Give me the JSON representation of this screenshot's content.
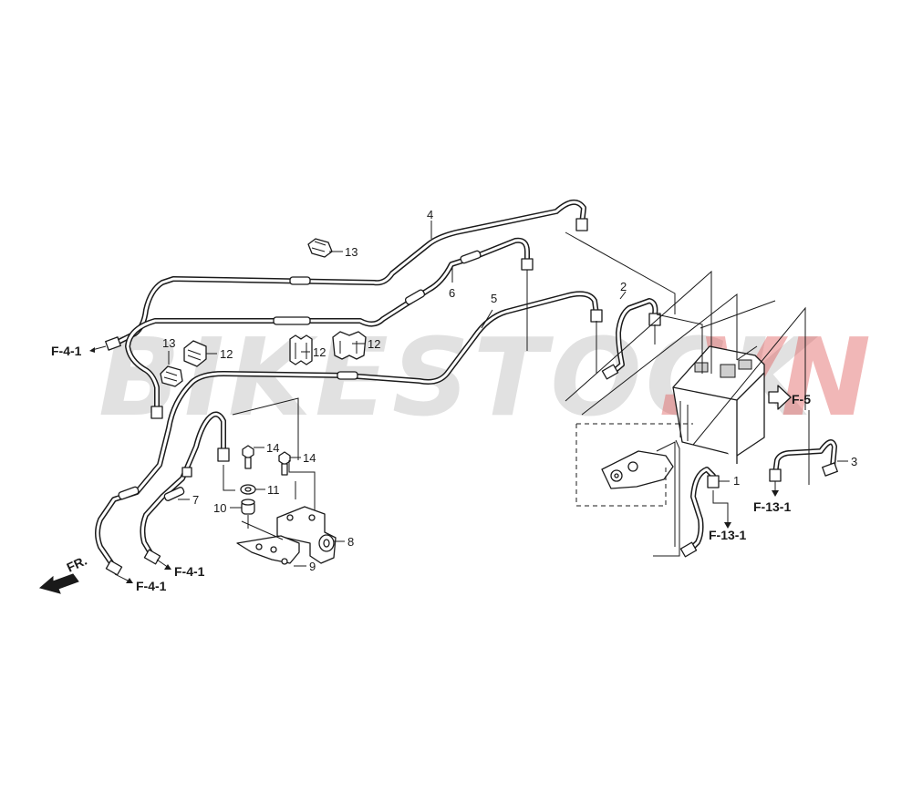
{
  "watermark": {
    "text_main": "BIKESTOCK",
    "text_accent": ".VN"
  },
  "callouts": {
    "c1": "1",
    "c2": "2",
    "c3": "3",
    "c4": "4",
    "c5": "5",
    "c6": "6",
    "c7": "7",
    "c8": "8",
    "c9": "9",
    "c10": "10",
    "c11": "11",
    "c12a": "12",
    "c12b": "12",
    "c12c": "12",
    "c13a": "13",
    "c13b": "13",
    "c14a": "14",
    "c14b": "14"
  },
  "references": {
    "f41_left": "F-4-1",
    "f41_bottom": "F-4-1",
    "f41_mid": "F-4-1",
    "f5": "F-5",
    "f131_mid": "F-13-1",
    "f131_right": "F-13-1"
  },
  "orientation": {
    "label": "FR."
  },
  "colors": {
    "line": "#1a1a1a",
    "watermark_gray": "#c8c8c8",
    "watermark_red": "#e06060"
  }
}
